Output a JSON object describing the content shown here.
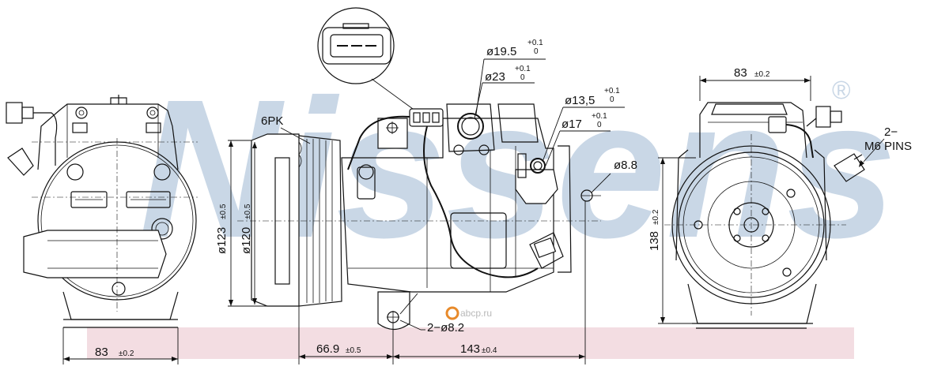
{
  "watermark": {
    "brand": "Nissens",
    "registered": "®",
    "source": "abcp.ru",
    "source_brand_color": "#e88a2a"
  },
  "colors": {
    "watermark": "#c9d7e6",
    "band": "#f3dde2",
    "line": "#111111"
  },
  "labels": {
    "belt": "6PK",
    "port_large_1": "ø19.5",
    "port_large_1_tol_upper": "+0.1",
    "port_large_1_tol_lower": "0",
    "port_large_2": "ø23",
    "port_large_2_tol_upper": "+0.1",
    "port_large_2_tol_lower": "0",
    "port_small_1": "ø13,5",
    "port_small_1_tol_upper": "+0.1",
    "port_small_1_tol_lower": "0",
    "port_small_2": "ø17",
    "port_small_2_tol_upper": "+0.1",
    "port_small_2_tol_lower": "0",
    "hole_side": "ø8.8",
    "mount_holes": "2−ø8.2",
    "pins_count": "2−",
    "pins_spec": "M6  PINS"
  },
  "dimensions": {
    "pulley_outer": "ø123",
    "pulley_outer_tol": "±0.5",
    "pulley_inner": "ø120",
    "pulley_inner_tol": "±0.5",
    "pulley_to_mount": "66.9",
    "pulley_to_mount_tol": "±0.5",
    "mount_to_back": "143",
    "mount_to_back_tol": "±0.4",
    "front_width": "83",
    "front_width_tol": "±0.2",
    "rear_width": "83",
    "rear_width_tol": "±0.2",
    "rear_height": "138",
    "rear_height_tol": "±0.2"
  }
}
